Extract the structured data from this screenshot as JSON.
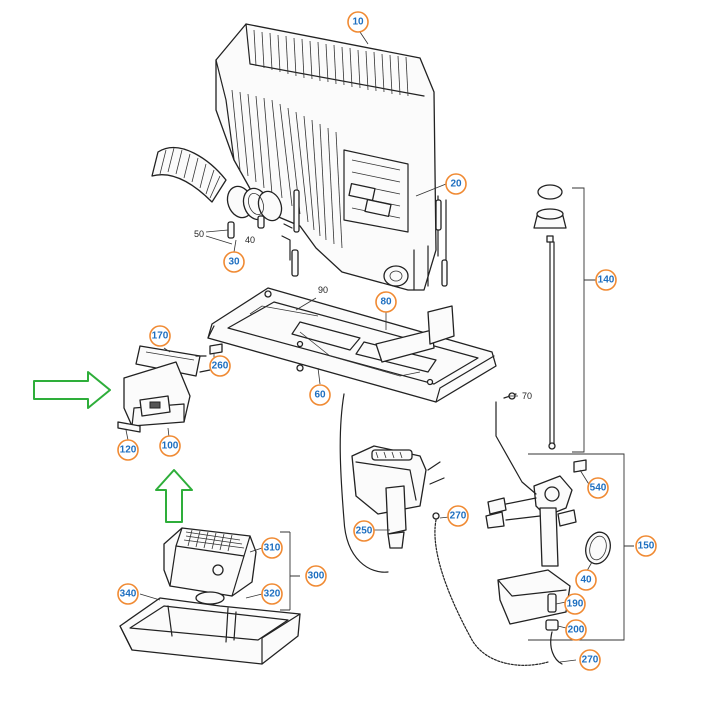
{
  "diagram": {
    "callouts": {
      "c10": "10",
      "c20": "20",
      "c30": "30",
      "c60": "60",
      "c80": "80",
      "c100": "100",
      "c120": "120",
      "c140": "140",
      "c150": "150",
      "c170": "170",
      "c190": "190",
      "c200": "200",
      "c250": "250",
      "c260": "260",
      "c270a": "270",
      "c270b": "270",
      "c300": "300",
      "c310": "310",
      "c320": "320",
      "c340": "340",
      "c40": "40",
      "c540": "540"
    },
    "plain_labels": {
      "l50": "50",
      "l40": "40",
      "l90": "90",
      "l70": "70"
    },
    "colors": {
      "callout_ring": "#f08a33",
      "callout_text": "#1e6fc0",
      "arrow": "#2eae3a",
      "line": "#222222"
    },
    "arrows": [
      "green-arrow-right",
      "green-arrow-up"
    ]
  }
}
